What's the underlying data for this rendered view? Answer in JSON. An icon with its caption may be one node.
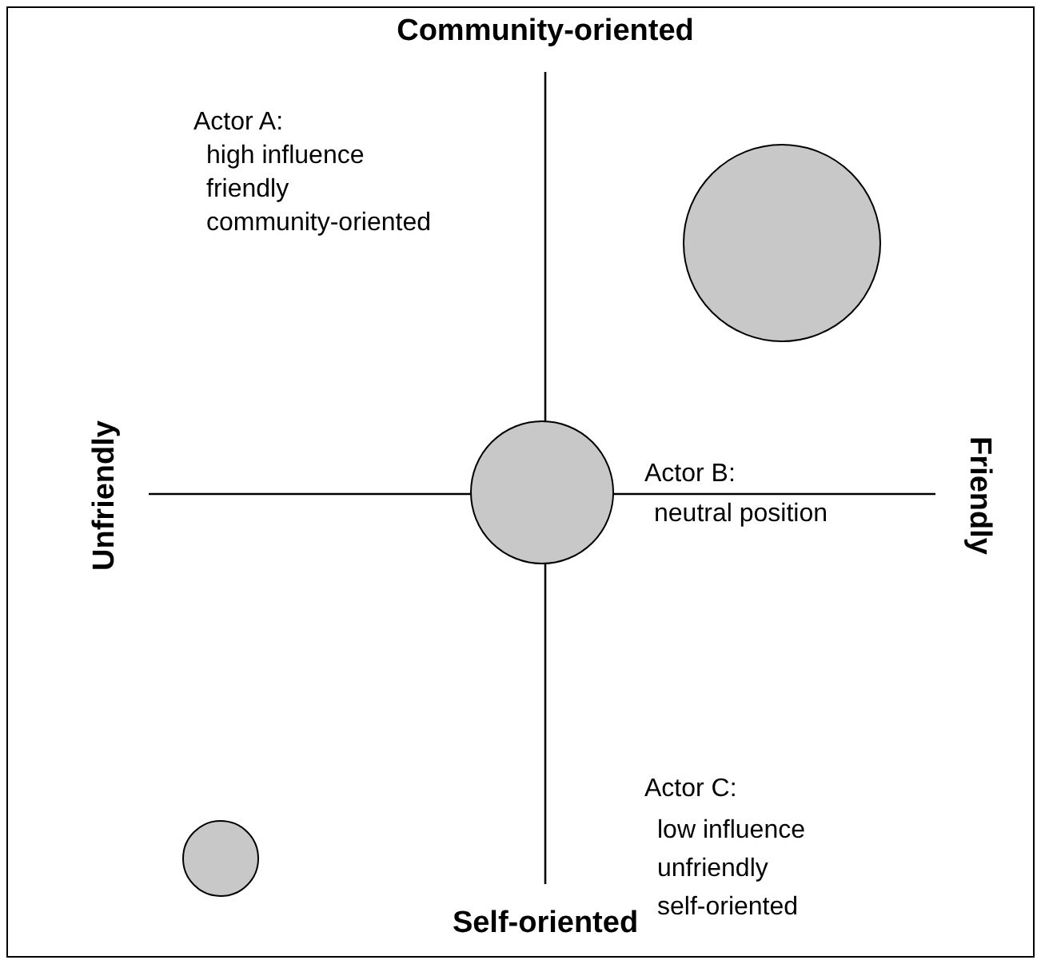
{
  "diagram": {
    "nodes": [
      {
        "text": [],
        "shape": "circle"
      },
      {
        "text": [],
        "shape": "circle"
      },
      {
        "text": [],
        "shape": "circle"
      }
    ],
    "labels": [
      "Community-oriented",
      "Actor A:",
      "high influence",
      "friendly",
      "community-oriented",
      "Unfriendly",
      "Actor B:",
      "neutral position",
      "Friendly",
      "Actor C:",
      "low influence",
      "unfriendly",
      "self-oriented",
      "Self-oriented"
    ]
  }
}
